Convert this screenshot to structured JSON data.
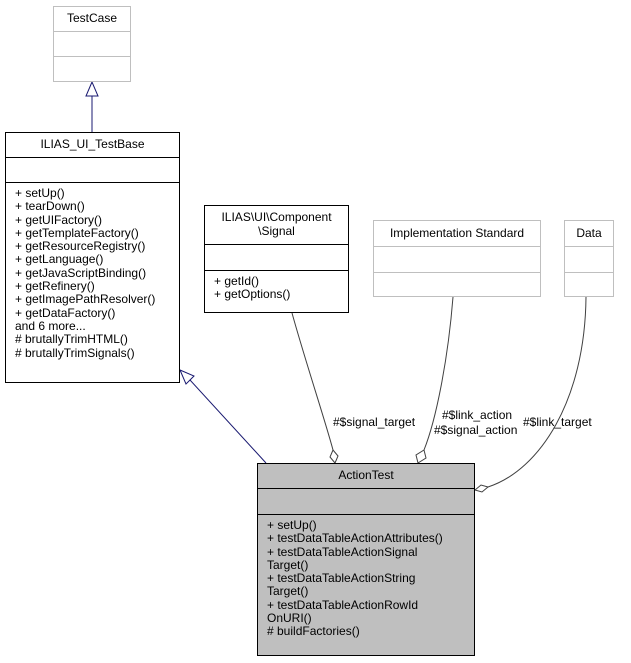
{
  "classes": {
    "testcase": {
      "name": "TestCase"
    },
    "testbase": {
      "name": "ILIAS_UI_TestBase",
      "methods": [
        "+ setUp()",
        "+ tearDown()",
        "+ getUIFactory()",
        "+ getTemplateFactory()",
        "+ getResourceRegistry()",
        "+ getLanguage()",
        "+ getJavaScriptBinding()",
        "+ getRefinery()",
        "+ getImagePathResolver()",
        "+ getDataFactory()",
        "and 6 more...",
        "# brutallyTrimHTML()",
        "# brutallyTrimSignals()"
      ]
    },
    "signal": {
      "name_line1": "ILIAS\\UI\\Component",
      "name_line2": "\\Signal",
      "methods": [
        "+ getId()",
        "+ getOptions()"
      ]
    },
    "impl": {
      "name": "Implementation Standard"
    },
    "data": {
      "name": "Data"
    },
    "action": {
      "name": "ActionTest",
      "methods": [
        "+ setUp()",
        "+ testDataTableActionAttributes()",
        "+ testDataTableActionSignal",
        "Target()",
        "+ testDataTableActionString",
        "Target()",
        "+ testDataTableActionRowId",
        "OnURI()",
        "# buildFactories()"
      ]
    }
  },
  "edge_labels": {
    "signal_target": "#$signal_target",
    "link_action": "#$link_action",
    "signal_action": "#$signal_action",
    "link_target": "#$link_target"
  },
  "colors": {
    "inheritance": "#191970",
    "association": "#404040",
    "external_border": "#bfbfbf",
    "focus_fill": "#bfbfbf"
  }
}
